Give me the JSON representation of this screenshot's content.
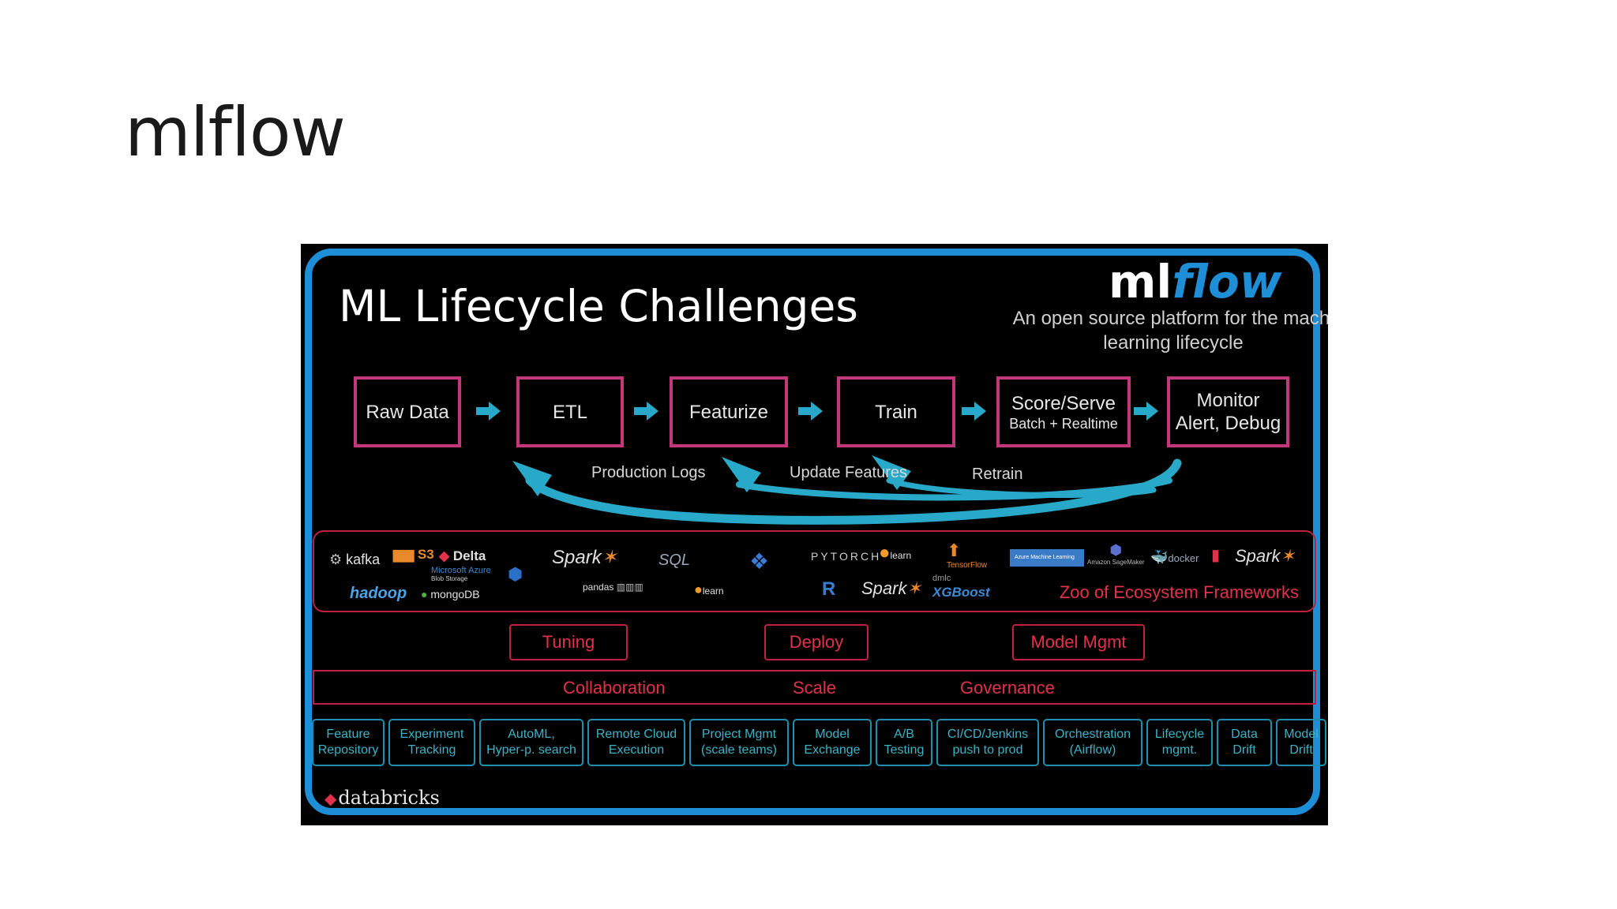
{
  "page": {
    "title": "mlflow"
  },
  "slide": {
    "title": "ML Lifecycle Challenges",
    "brand": {
      "ml": "ml",
      "flow": "flow"
    },
    "tagline_line1": "An open source platform for the machi",
    "tagline_line2": "learning lifecycle",
    "steps": [
      {
        "label": "Raw Data"
      },
      {
        "label": "ETL"
      },
      {
        "label": "Featurize"
      },
      {
        "label": "Train"
      },
      {
        "label": "Score/Serve",
        "sub": "Batch + Realtime"
      },
      {
        "label": "Monitor",
        "sub": "Alert, Debug"
      }
    ],
    "loops": [
      "Production Logs",
      "Update Features",
      "Retrain"
    ],
    "ecosystem": {
      "caption": "Zoo of Ecosystem Frameworks",
      "logos": {
        "kafka": "kafka",
        "s3": "S3",
        "delta": "Delta",
        "azure": "Microsoft Azure",
        "azure_sub": "Blob Storage",
        "hadoop": "hadoop",
        "mongodb": "mongoDB",
        "spark1": "Spark",
        "sql": "SQL",
        "pandas": "pandas",
        "sklearn1": "learn",
        "pytorch": "PYTORCH",
        "r": "R",
        "spark2": "Spark",
        "sklearn2": "learn",
        "tensorflow": "TensorFlow",
        "dmlc": "dmlc",
        "xgboost": "XGBoost",
        "azureml": "Azure Machine Learning",
        "sagemaker": "Amazon SageMaker",
        "docker": "docker",
        "spark3": "Spark"
      }
    },
    "concerns": [
      "Tuning",
      "Deploy",
      "Model Mgmt"
    ],
    "band": [
      "Collaboration",
      "Scale",
      "Governance"
    ],
    "chips": [
      {
        "l1": "Feature",
        "l2": "Repository"
      },
      {
        "l1": "Experiment",
        "l2": "Tracking"
      },
      {
        "l1": "AutoML,",
        "l2": "Hyper-p. search"
      },
      {
        "l1": "Remote Cloud",
        "l2": "Execution"
      },
      {
        "l1": "Project Mgmt",
        "l2": "(scale teams)"
      },
      {
        "l1": "Model",
        "l2": "Exchange"
      },
      {
        "l1": "A/B",
        "l2": "Testing"
      },
      {
        "l1": "CI/CD/Jenkins",
        "l2": "push to prod"
      },
      {
        "l1": "Orchestration",
        "l2": "(Airflow)"
      },
      {
        "l1": "Lifecycle",
        "l2": "mgmt."
      },
      {
        "l1": "Data",
        "l2": "Drift"
      },
      {
        "l1": "Model",
        "l2": "Drift"
      }
    ],
    "footer_brand": "databricks"
  },
  "colors": {
    "frame": "#1e8fd6",
    "step_border": "#c2387a",
    "red": "#e2314a",
    "teal": "#3db3c7",
    "arrow": "#29a9c9"
  }
}
